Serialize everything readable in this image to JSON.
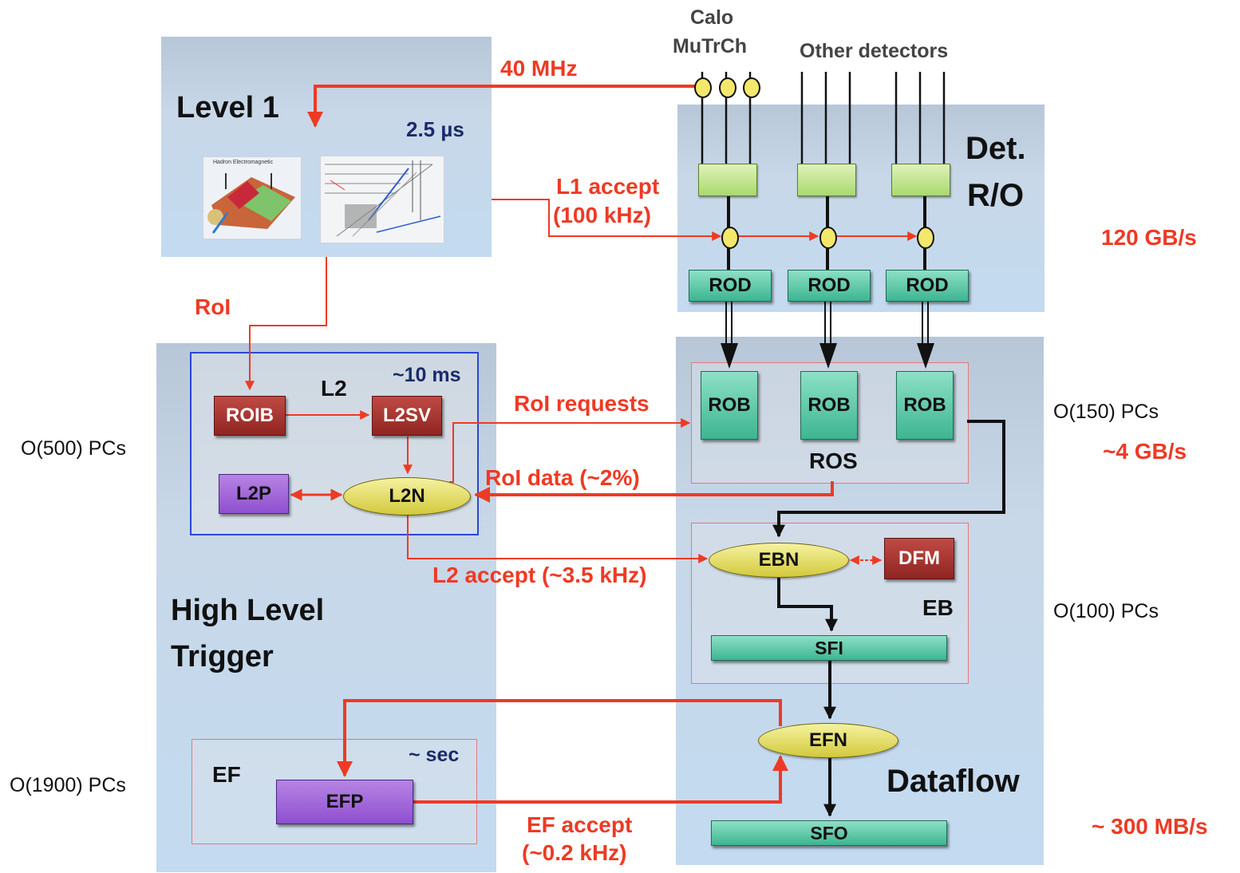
{
  "top_labels": {
    "calo": "Calo",
    "mutrch": "MuTrCh",
    "other_detectors": "Other detectors"
  },
  "level1": {
    "title": "Level 1",
    "latency": "2.5 µs",
    "thumb1_caption1": "Hadron",
    "thumb1_caption2": "Electromagnetic"
  },
  "det_ro": {
    "title_line1": "Det.",
    "title_line2": "R/O",
    "rod_label": "ROD"
  },
  "hlt": {
    "title_line1": "High Level",
    "title_line2": "Trigger"
  },
  "l2": {
    "title": "L2",
    "latency": "~10 ms",
    "roib": "ROIB",
    "l2sv": "L2SV",
    "l2p": "L2P",
    "l2n": "L2N"
  },
  "ef": {
    "title": "EF",
    "latency": "~ sec",
    "efp": "EFP"
  },
  "dataflow": {
    "title": "Dataflow",
    "rob_label": "ROB",
    "ros": "ROS",
    "ebn": "EBN",
    "dfm": "DFM",
    "eb": "EB",
    "sfi": "SFI",
    "efn": "EFN",
    "sfo": "SFO"
  },
  "flow_labels": {
    "rate_40mhz": "40 MHz",
    "l1_accept_1": "L1 accept",
    "l1_accept_2": "(100 kHz)",
    "roi": "RoI",
    "roi_requests": "RoI requests",
    "roi_data": "RoI data (~2%)",
    "l2_accept": "L2 accept (~3.5 kHz)",
    "ef_accept_1": "EF accept",
    "ef_accept_2": "(~0.2 kHz)"
  },
  "side_labels": {
    "pcs_500": "O(500) PCs",
    "pcs_1900": "O(1900) PCs",
    "pcs_150": "O(150) PCs",
    "pcs_100": "O(100) PCs",
    "bw_120": "120 GB/s",
    "bw_4": "~4 GB/s",
    "bw_300": "~ 300 MB/s"
  },
  "colors": {
    "flow_red": "#ee3a24",
    "l2_border": "#2d44d8",
    "navy_text": "#1b2a6b"
  }
}
